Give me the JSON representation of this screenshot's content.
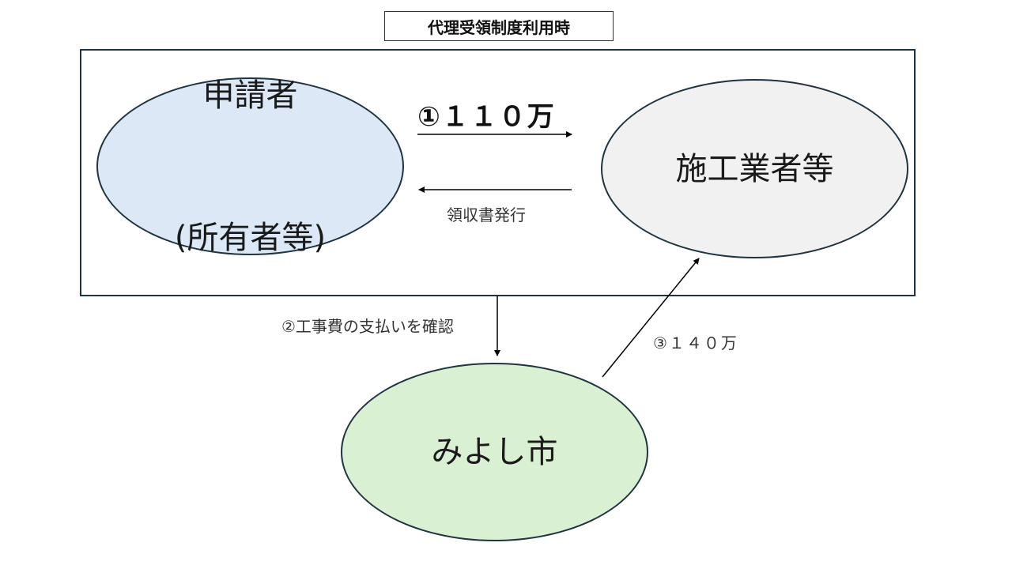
{
  "title": "代理受領制度利用時",
  "nodes": {
    "applicant": {
      "line1": "申請者",
      "line2": "(所有者等)"
    },
    "contractor": {
      "label": "施工業者等"
    },
    "city": {
      "label": "みよし市"
    }
  },
  "edges": {
    "payment": "①１１０万",
    "receipt": "領収書発行",
    "confirm": "②工事費の支払いを確認",
    "subsidy": "③１４０万"
  },
  "colors": {
    "applicant_fill": "#dce8f5",
    "contractor_fill": "#f1f1f1",
    "city_fill": "#d9f0d2",
    "outline": "#1f3440"
  }
}
